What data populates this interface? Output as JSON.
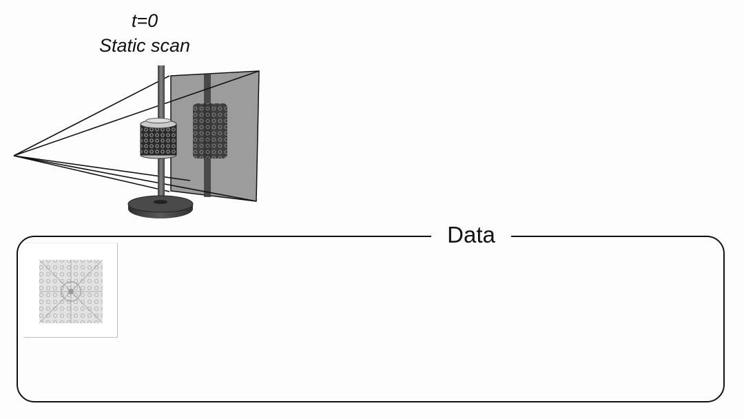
{
  "figure": {
    "time_label": "t=0",
    "mode_label": "Static scan"
  },
  "data_panel": {
    "title": "Data",
    "thumbnails": [
      {
        "icon": "diffraction-pattern-icon"
      }
    ]
  },
  "colors": {
    "line": "#111111",
    "detector": "#9a9a9a",
    "pole": "#555555",
    "base": "#3a3a3a",
    "specimen": "#222222"
  }
}
